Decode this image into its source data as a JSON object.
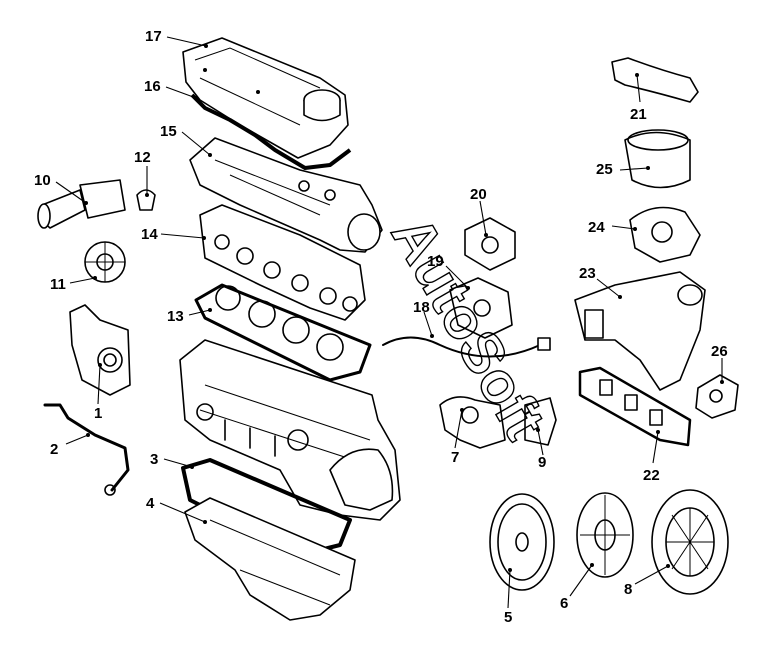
{
  "callouts": [
    "1",
    "2",
    "3",
    "4",
    "5",
    "6",
    "7",
    "8",
    "9",
    "10",
    "11",
    "12",
    "13",
    "14",
    "15",
    "16",
    "17",
    "18",
    "19",
    "20",
    "21",
    "22",
    "23",
    "24",
    "25",
    "26"
  ],
  "watermark": "AutoSoft"
}
